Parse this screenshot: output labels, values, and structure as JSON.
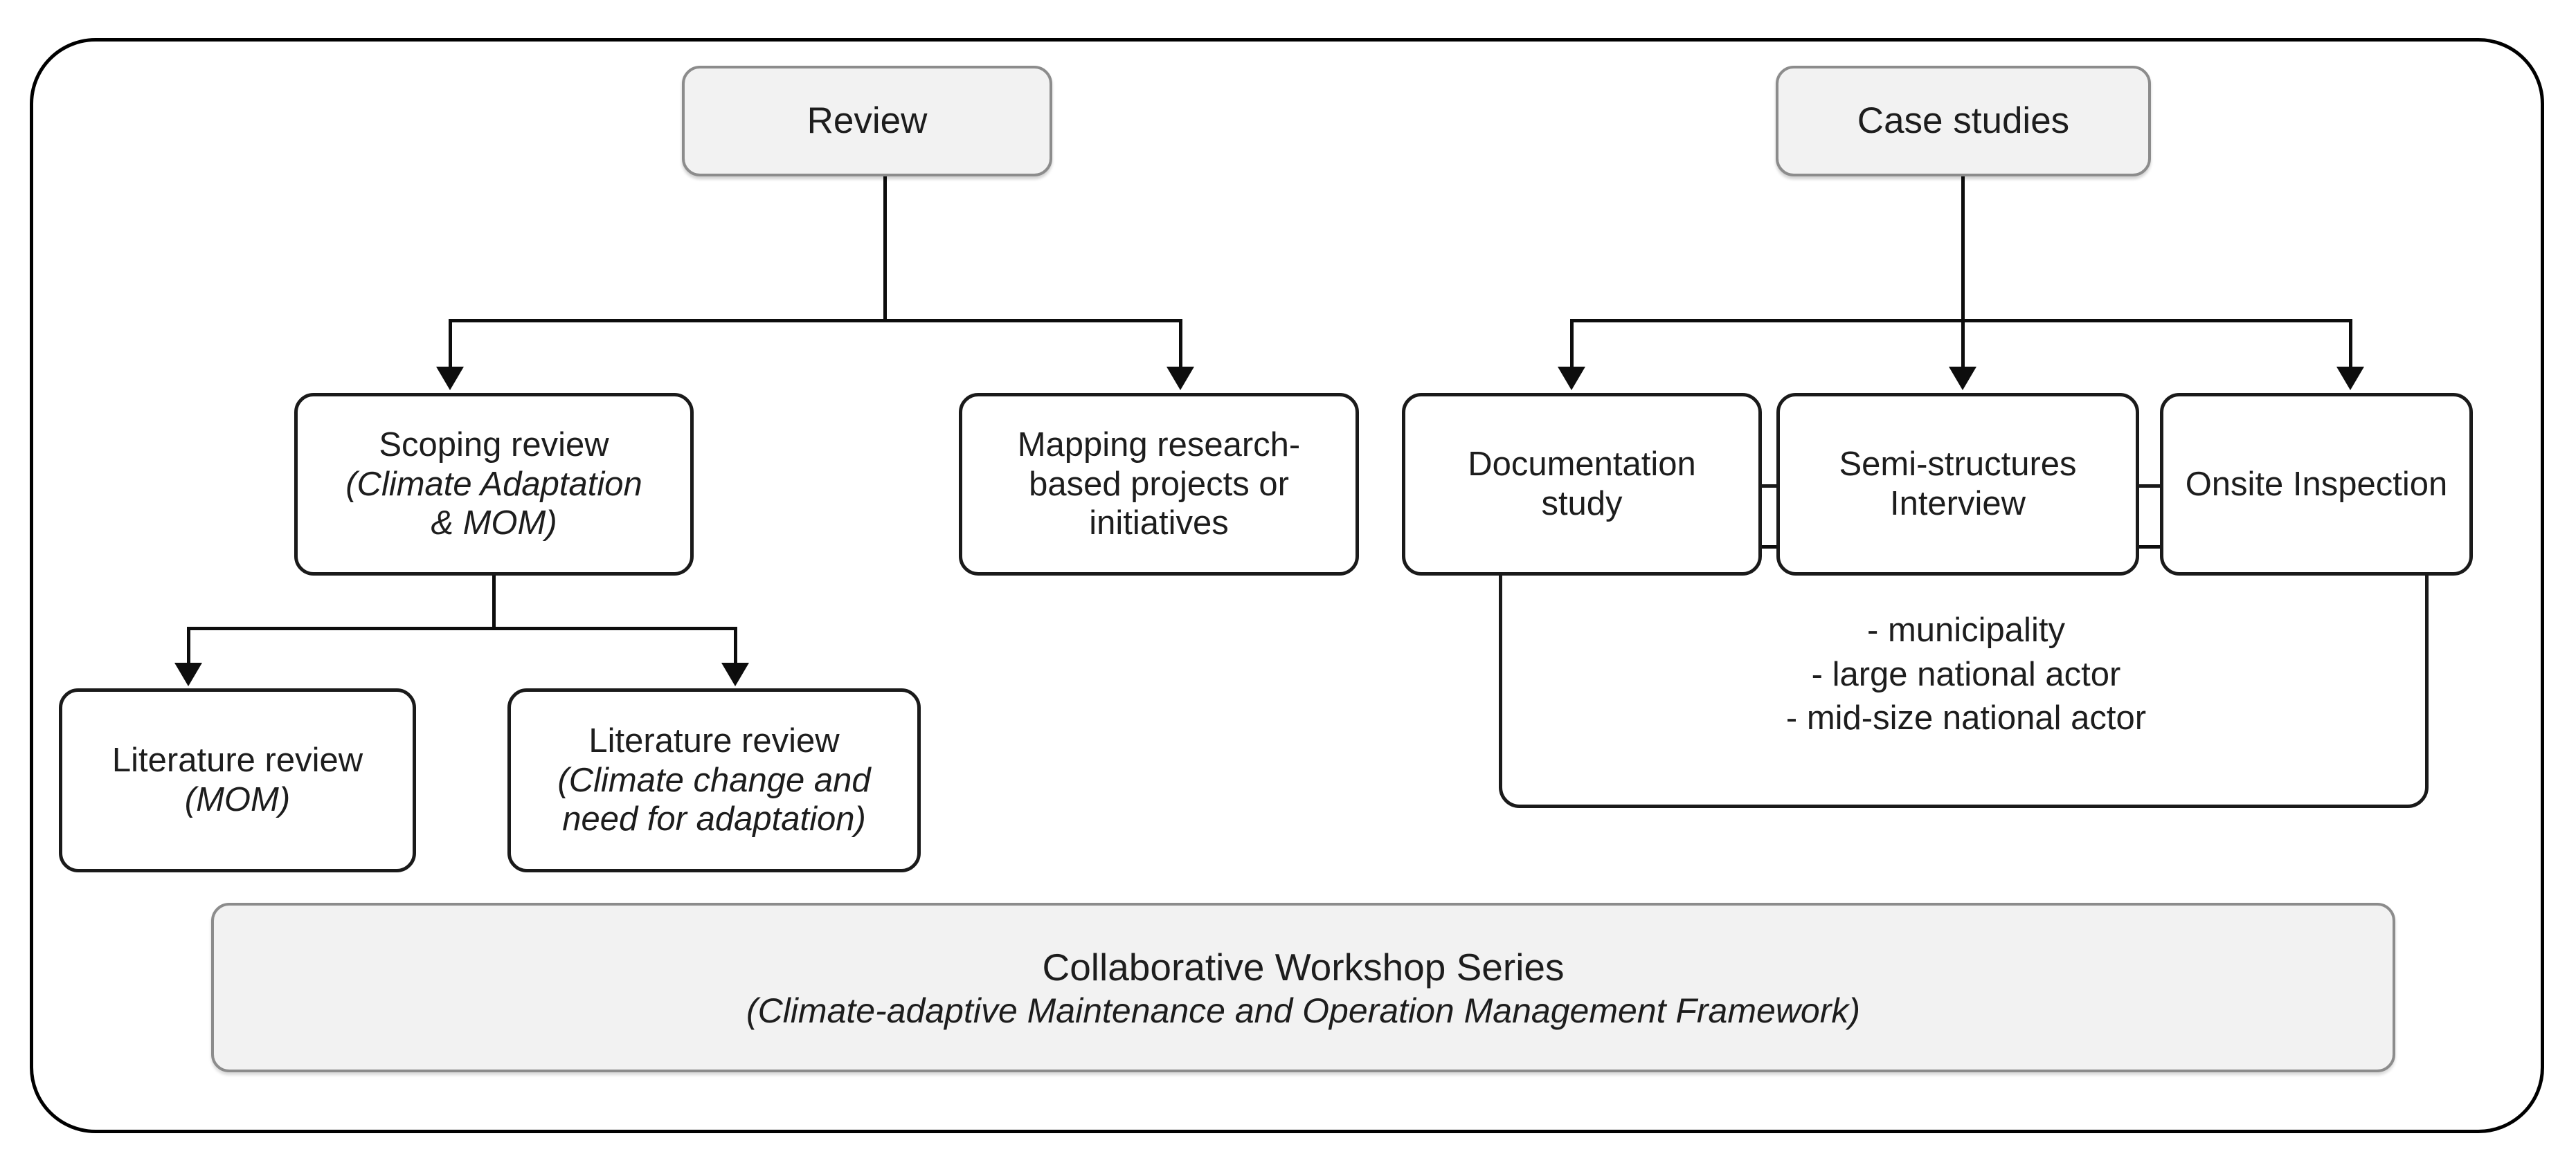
{
  "figure": {
    "title": "Research methodology flowchart",
    "colors": {
      "shaded_fill": "#f2f2f2",
      "shaded_border": "#8c8c8c",
      "node_border": "#1a1a1a",
      "node_fill": "#ffffff",
      "text": "#1d1d1d",
      "connector": "#0d0d0d"
    }
  },
  "nodes": {
    "review": {
      "label": "Review"
    },
    "case_studies": {
      "label": "Case studies"
    },
    "scoping_review": {
      "line1": "Scoping review",
      "line2": "(Climate Adaptation",
      "line3": "& MOM)"
    },
    "mapping": {
      "line1": "Mapping research-",
      "line2": "based projects or",
      "line3": "initiatives"
    },
    "documentation_study": {
      "line1": "Documentation",
      "line2": "study"
    },
    "semi_structured_interview": {
      "line1": "Semi-structures",
      "line2": "Interview"
    },
    "onsite_inspection": {
      "label": "Onsite Inspection"
    },
    "literature_review_mom": {
      "line1": "Literature review",
      "line2": "(MOM)"
    },
    "literature_review_climate": {
      "line1": "Literature review",
      "line2": "(Climate change and",
      "line3": "need for adaptation)"
    }
  },
  "actors": {
    "items": [
      "- municipality",
      "- large national actor",
      "- mid-size national actor"
    ]
  },
  "banner": {
    "line1": "Collaborative Workshop Series",
    "line2": "(Climate-adaptive Maintenance and Operation Management Framework)"
  },
  "chart_data": {
    "type": "diagram",
    "title": "Research methodology flowchart",
    "branches": [
      {
        "root": "Review",
        "children": [
          {
            "label": "Scoping review (Climate Adaptation & MOM)",
            "children": [
              "Literature review (MOM)",
              "Literature review (Climate change and need for adaptation)"
            ]
          },
          {
            "label": "Mapping research-based projects or initiatives",
            "children": []
          }
        ]
      },
      {
        "root": "Case studies",
        "children": [
          {
            "label": "Documentation study",
            "children": []
          },
          {
            "label": "Semi-structures Interview",
            "children": []
          },
          {
            "label": "Onsite Inspection",
            "children": []
          }
        ],
        "grouped_note": [
          "- municipality",
          "- large national actor",
          "- mid-size national actor"
        ]
      }
    ],
    "footer": "Collaborative Workshop Series (Climate-adaptive Maintenance and Operation Management Framework)"
  }
}
